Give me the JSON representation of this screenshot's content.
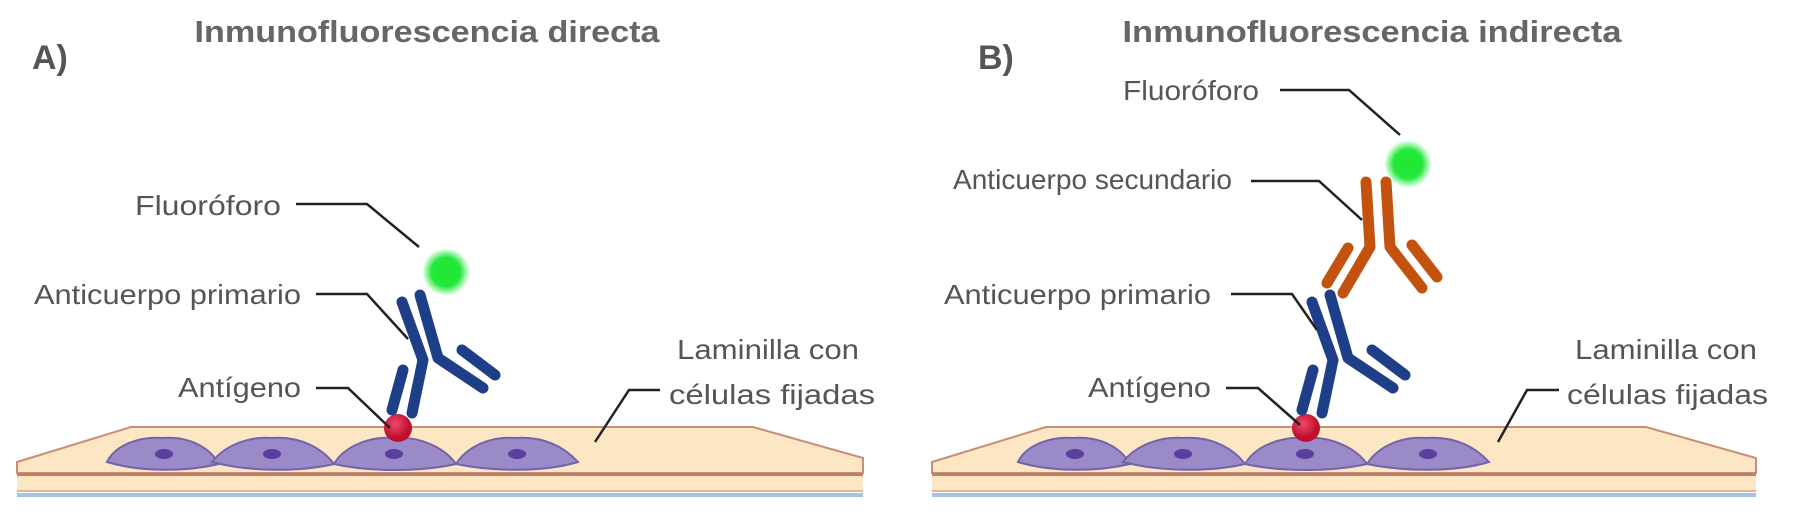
{
  "panel_a": {
    "letter": "A)",
    "title": "Inmunofluorescencia directa",
    "labels": {
      "fluorophore": "Fluoróforo",
      "primary_antibody": "Anticuerpo primario",
      "antigen": "Antígeno",
      "slide_line1": "Laminilla con",
      "slide_line2": "células fijadas"
    }
  },
  "panel_b": {
    "letter": "B)",
    "title": "Inmunofluorescencia indirecta",
    "labels": {
      "fluorophore": "Fluoróforo",
      "secondary_antibody": "Anticuerpo secundario",
      "primary_antibody": "Anticuerpo primario",
      "antigen": "Antígeno",
      "slide_line1": "Laminilla con",
      "slide_line2": "células fijadas"
    }
  },
  "colors": {
    "primary_antibody": "#1e3f87",
    "secondary_antibody": "#c2520e",
    "fluorophore": "#22e83a",
    "antigen": "#d0173f",
    "cell": "#9b8ac8",
    "slide": "#fde6c4"
  }
}
